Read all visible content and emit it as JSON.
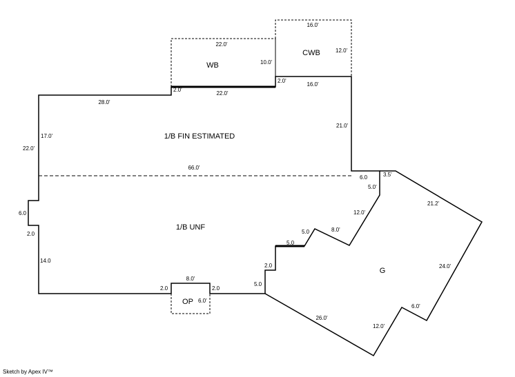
{
  "colors": {
    "line": "#000000",
    "background": "#ffffff"
  },
  "rooms": {
    "wb": "WB",
    "cwb": "CWB",
    "fin": "1/B FIN ESTIMATED",
    "unf": "1/B UNF",
    "garage": "G",
    "op": "OP"
  },
  "dims": {
    "wb_top": "22.0'",
    "wb_bottom": "22.0'",
    "wb_right": "10.0'",
    "wb_step": "2.0'",
    "cwb_top": "16.0'",
    "cwb_right": "12.0'",
    "cwb_bottom": "16.0'",
    "cwb_step": "2.0'",
    "top_left": "28.0'",
    "left_upper": "22.0'",
    "left_inner": "17.0'",
    "right_upper": "21.0'",
    "divider": "66.0'",
    "step_6": "6.0",
    "step_35": "3.5'",
    "g_5": "5.0'",
    "g_12": "12.0'",
    "g_8": "8.0'",
    "stair_50a": "5.0",
    "stair_50b": "5.0",
    "stair_20": "2.0",
    "stair_50c": "5.0",
    "g_212": "21.2'",
    "g_240": "24.0'",
    "g_60": "6.0'",
    "g_120": "12.0'",
    "g_260": "26.0'",
    "left_60": "6.0",
    "left_20": "2.0",
    "left_140": "14.0",
    "op_left": "2.0",
    "op_top": "8.0'",
    "op_right": "2.0",
    "op_side": "6.0'"
  },
  "footer": "Sketch by Apex IV™"
}
